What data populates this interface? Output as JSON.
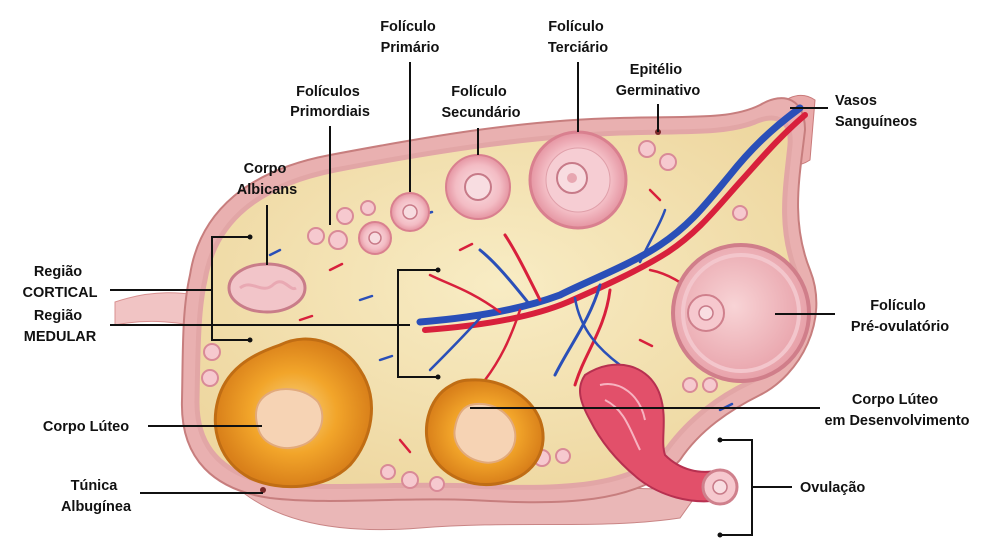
{
  "labels": {
    "foliculos_primordiais": [
      "Folículos",
      "Primordiais"
    ],
    "foliculo_primario": [
      "Folículo",
      "Primário"
    ],
    "foliculo_secundario": [
      "Folículo",
      "Secundário"
    ],
    "foliculo_terciario": [
      "Folículo",
      "Terciário"
    ],
    "epitelio_germinativo": [
      "Epitélio",
      "Germinativo"
    ],
    "vasos_sanguineos": [
      "Vasos",
      "Sanguíneos"
    ],
    "corpo_albicans": [
      "Corpo",
      "Albicans"
    ],
    "regiao_cortical": [
      "Região",
      "CORTICAL"
    ],
    "regiao_medular": [
      "Região",
      "MEDULAR"
    ],
    "foliculo_pre_ovulatorio": [
      "Folículo",
      "Pré-ovulatório"
    ],
    "corpo_luteo": "Corpo Lúteo",
    "corpo_luteo_desenvolvimento": [
      "Corpo Lúteo",
      "em Desenvolvimento"
    ],
    "tunica_albuginea": [
      "Túnica",
      "Albugínea"
    ],
    "ovulacao": "Ovulação"
  },
  "colors": {
    "stroma": "#f3e3b0",
    "capsule": "#e8a6a6",
    "follicle_pink": "#f4b8c0",
    "corpus_luteum": "#f0a020",
    "artery": "#d8203c",
    "vein": "#2a4fb8",
    "line": "#111111"
  }
}
